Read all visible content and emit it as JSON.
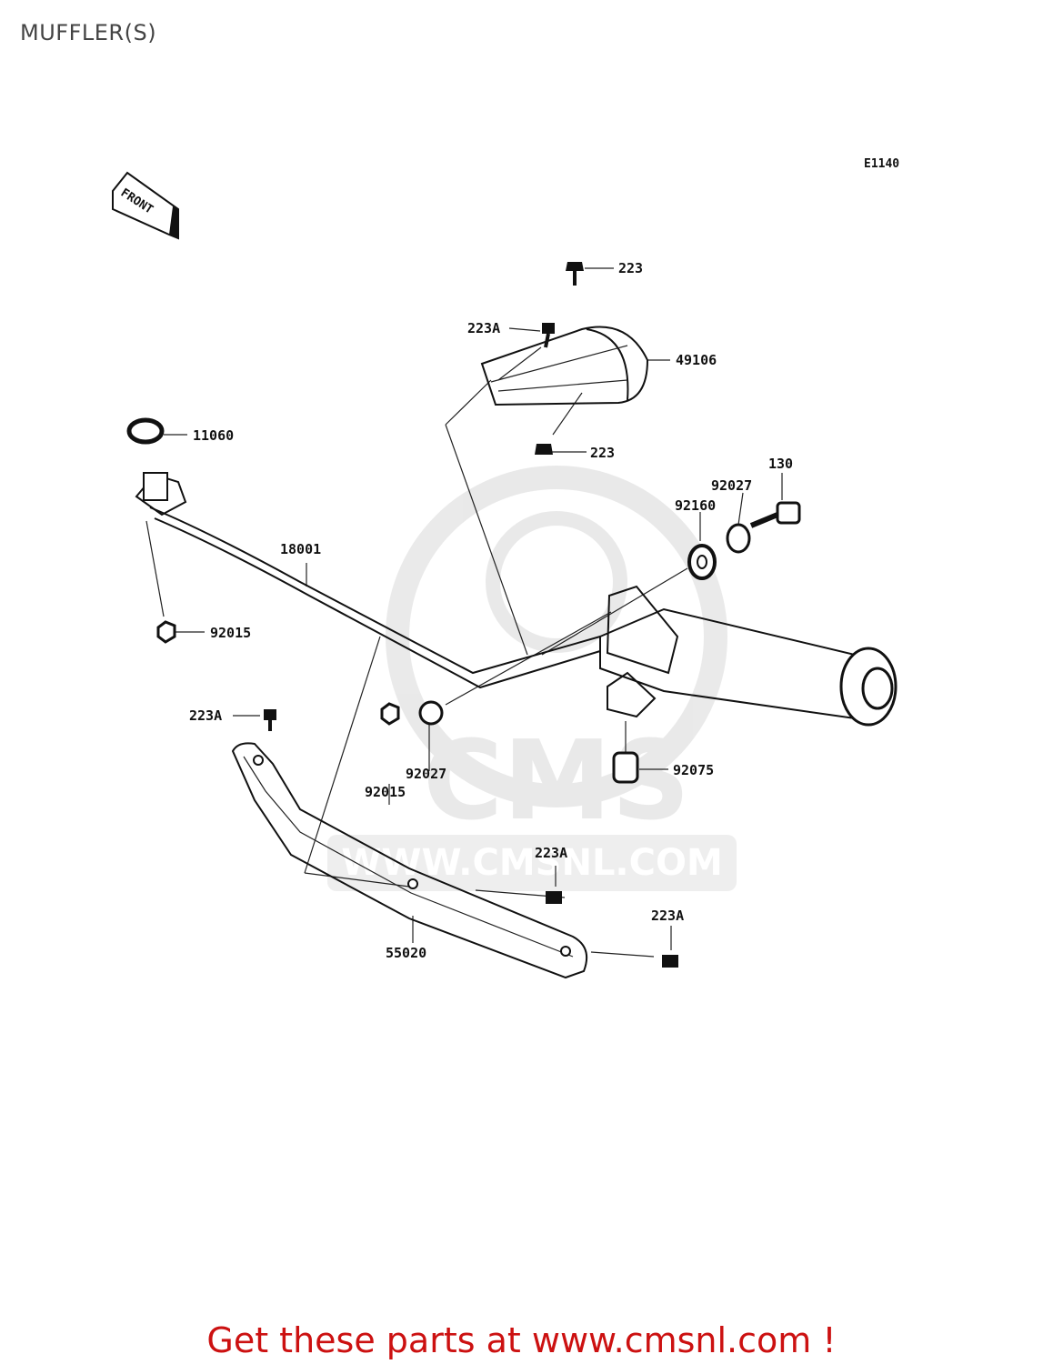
{
  "title": "MUFFLER(S)",
  "diagram_code": "E1140",
  "front_arrow_label": "FRONT",
  "watermark": {
    "brand": "CMS",
    "url": "WWW.CMSNL.COM"
  },
  "part_labels": {
    "p223_top": "223",
    "p223a_top": "223A",
    "p49106": "49106",
    "p223_mid": "223",
    "p11060": "11060",
    "p130": "130",
    "p92027_right": "92027",
    "p92160": "92160",
    "p18001": "18001",
    "p92015_left": "92015",
    "p223a_left": "223A",
    "p92027_center": "92027",
    "p92015_center": "92015",
    "p92075": "92075",
    "p223a_lower": "223A",
    "p55020": "55020",
    "p223a_bottom": "223A"
  },
  "footer": {
    "text": "Get these parts at www.cmsnl.com !"
  }
}
